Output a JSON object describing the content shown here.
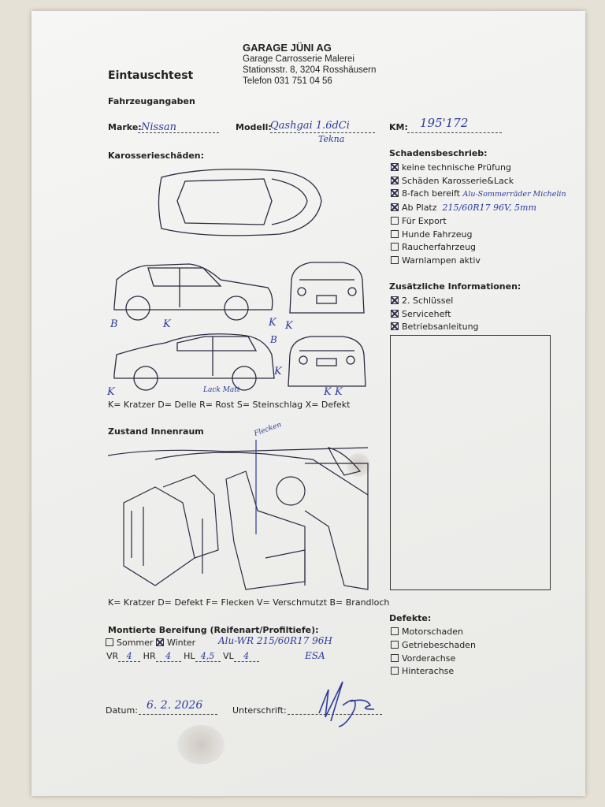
{
  "header": {
    "company": "GARAGE JÜNI AG",
    "subtitle": "Garage Carrosserie Malerei",
    "address": "Stationsstr. 8, 3204 Rosshäusern",
    "phone": "Telefon 031 751 04 56"
  },
  "title": "Eintauschtest",
  "vehicle": {
    "section": "Fahrzeugangaben",
    "make_label": "Marke:",
    "make_value": "Nissan",
    "model_label": "Modell:",
    "model_value": "Qashgai 1.6dCi",
    "model_value2": "Tekna",
    "km_label": "KM:",
    "km_value": "195'172"
  },
  "body_damage": {
    "section": "Karosserieschäden:",
    "marks": [
      "B",
      "K",
      "K",
      "K",
      "B",
      "K",
      "K",
      "K",
      "K"
    ],
    "note": "Lack Matt",
    "legend": "K= Kratzer D= Delle R= Rost S= Steinschlag X= Defekt"
  },
  "damage_description": {
    "section": "Schadensbeschrieb:",
    "items": [
      {
        "label": "keine technische Prüfung",
        "checked": true,
        "note": ""
      },
      {
        "label": "Schäden Karosserie&Lack",
        "checked": true,
        "note": ""
      },
      {
        "label": "8-fach bereift",
        "checked": true,
        "note": "Alu-Sommerräder Michelin"
      },
      {
        "label": "Ab Platz",
        "checked": true,
        "note": "215/60R17 96V, 5mm"
      },
      {
        "label": "Für Export",
        "checked": false,
        "note": ""
      },
      {
        "label": "Hunde Fahrzeug",
        "checked": false,
        "note": ""
      },
      {
        "label": "Raucherfahrzeug",
        "checked": false,
        "note": ""
      },
      {
        "label": "Warnlampen aktiv",
        "checked": false,
        "note": ""
      }
    ]
  },
  "additional_info": {
    "section": "Zusätzliche Informationen:",
    "items": [
      {
        "label": "2. Schlüssel",
        "checked": true
      },
      {
        "label": "Serviceheft",
        "checked": true
      },
      {
        "label": "Betriebsanleitung",
        "checked": true
      }
    ]
  },
  "interior": {
    "section": "Zustand Innenraum",
    "note": "Flecken",
    "legend": "K= Kratzer D= Defekt F= Flecken V= Verschmutzt B= Brandloch"
  },
  "tires": {
    "section": "Montierte Bereifung (Reifenart/Profiltiefe):",
    "summer": "Sommer",
    "summer_checked": false,
    "winter": "Winter",
    "winter_checked": true,
    "note": "Alu-WR 215/60R17 96H",
    "note2": "ESA",
    "depths": [
      {
        "label": "VR",
        "value": "4"
      },
      {
        "label": "HR",
        "value": "4"
      },
      {
        "label": "HL",
        "value": "4,5"
      },
      {
        "label": "VL",
        "value": "4"
      }
    ]
  },
  "defects": {
    "section": "Defekte:",
    "items": [
      {
        "label": "Motorschaden",
        "checked": false
      },
      {
        "label": "Getriebeschaden",
        "checked": false
      },
      {
        "label": "Vorderachse",
        "checked": false
      },
      {
        "label": "Hinterachse",
        "checked": false
      }
    ]
  },
  "footer": {
    "date_label": "Datum:",
    "date_value": "6. 2. 2026",
    "signature_label": "Unterschrift:"
  },
  "colors": {
    "ink": "#2c3a9c",
    "paper": "#f2f2f0",
    "background": "#e6e1d6"
  }
}
